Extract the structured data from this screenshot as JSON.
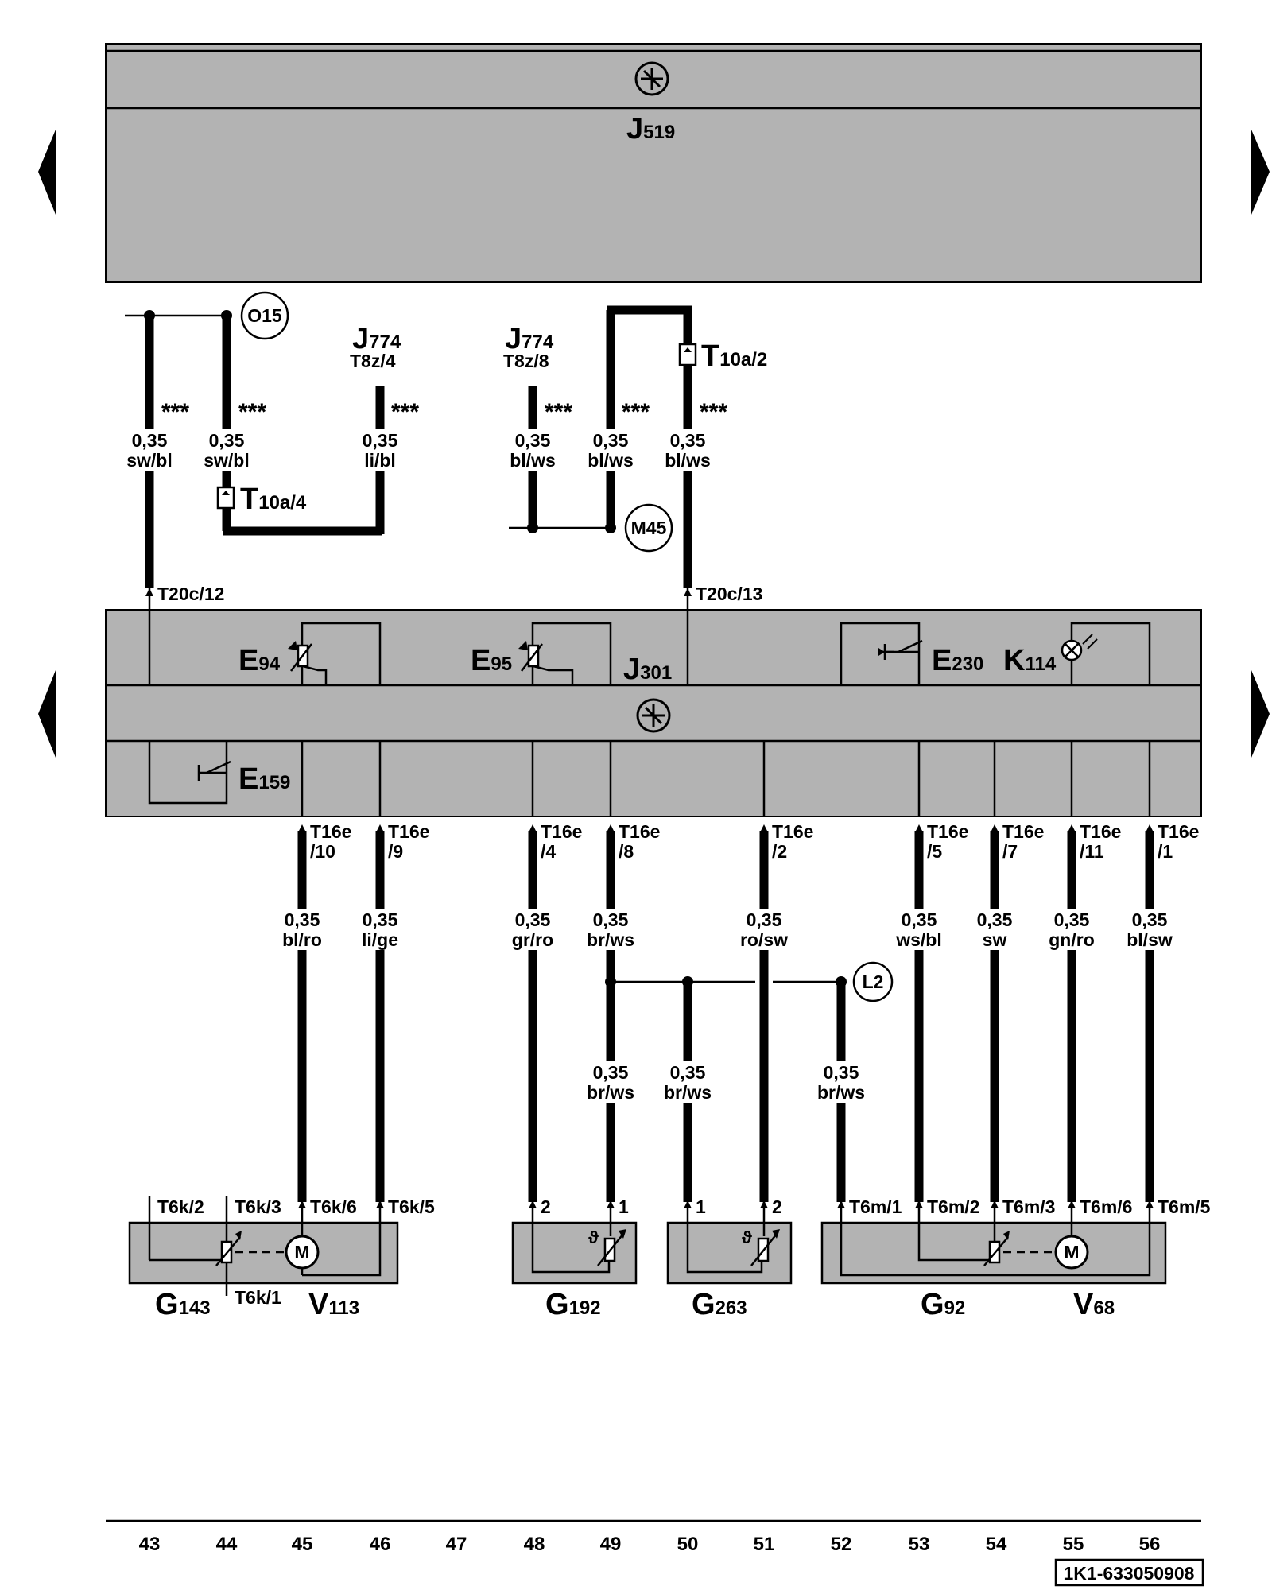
{
  "modules": {
    "j519": {
      "prefix": "J",
      "sub": "519"
    },
    "j301": {
      "prefix": "J",
      "sub": "301"
    }
  },
  "components": [
    {
      "key": "E94",
      "prefix": "E",
      "sub": "94"
    },
    {
      "key": "E95",
      "prefix": "E",
      "sub": "95"
    },
    {
      "key": "E230",
      "prefix": "E",
      "sub": "230"
    },
    {
      "key": "K114",
      "prefix": "K",
      "sub": "114"
    },
    {
      "key": "E159",
      "prefix": "E",
      "sub": "159"
    },
    {
      "key": "G143",
      "prefix": "G",
      "sub": "143"
    },
    {
      "key": "V113",
      "prefix": "V",
      "sub": "113"
    },
    {
      "key": "G192",
      "prefix": "G",
      "sub": "192"
    },
    {
      "key": "G263",
      "prefix": "G",
      "sub": "263"
    },
    {
      "key": "G92",
      "prefix": "G",
      "sub": "92"
    },
    {
      "key": "V68",
      "prefix": "V",
      "sub": "68"
    }
  ],
  "upper_refs": [
    {
      "key": "j774a",
      "prefix": "J",
      "sub": "774",
      "pin": "T8z/4"
    },
    {
      "key": "j774b",
      "prefix": "J",
      "sub": "774",
      "pin": "T8z/8"
    }
  ],
  "connectors": [
    {
      "key": "T10a4",
      "prefix": "T",
      "sub": "10a/4"
    },
    {
      "key": "T10a2",
      "prefix": "T",
      "sub": "10a/2"
    }
  ],
  "ground_points": [
    "O15",
    "M45",
    "L2"
  ],
  "stars": "***",
  "upper_wires": [
    {
      "size": "0,35",
      "color": "sw/bl"
    },
    {
      "size": "0,35",
      "color": "sw/bl"
    },
    {
      "size": "0,35",
      "color": "li/bl"
    },
    {
      "size": "0,35",
      "color": "bl/ws"
    },
    {
      "size": "0,35",
      "color": "bl/ws"
    },
    {
      "size": "0,35",
      "color": "bl/ws"
    }
  ],
  "j301_upper_pins": [
    "T20c/12",
    "T20c/13"
  ],
  "j301_lower_pins": [
    {
      "top": "T16e",
      "bottom": "/10"
    },
    {
      "top": "T16e",
      "bottom": "/9"
    },
    {
      "top": "T16e",
      "bottom": "/4"
    },
    {
      "top": "T16e",
      "bottom": "/8"
    },
    {
      "top": "T16e",
      "bottom": "/2"
    },
    {
      "top": "T16e",
      "bottom": "/5"
    },
    {
      "top": "T16e",
      "bottom": "/7"
    },
    {
      "top": "T16e",
      "bottom": "/11"
    },
    {
      "top": "T16e",
      "bottom": "/1"
    }
  ],
  "lower_wires": [
    {
      "size": "0,35",
      "color": "bl/ro"
    },
    {
      "size": "0,35",
      "color": "li/ge"
    },
    {
      "size": "0,35",
      "color": "gr/ro"
    },
    {
      "size": "0,35",
      "color": "br/ws"
    },
    {
      "size": "0,35",
      "color": "ro/sw"
    },
    {
      "size": "0,35",
      "color": "ws/bl"
    },
    {
      "size": "0,35",
      "color": "sw"
    },
    {
      "size": "0,35",
      "color": "gn/ro"
    },
    {
      "size": "0,35",
      "color": "bl/sw"
    }
  ],
  "ground_wires": [
    {
      "size": "0,35",
      "color": "br/ws"
    },
    {
      "size": "0,35",
      "color": "br/ws"
    },
    {
      "size": "0,35",
      "color": "br/ws"
    }
  ],
  "device_pins": [
    "T6k/2",
    "T6k/3",
    "T6k/6",
    "T6k/5",
    "T6k/1",
    "2",
    "1",
    "1",
    "2",
    "T6m/1",
    "T6m/2",
    "T6m/3",
    "T6m/6",
    "T6m/5"
  ],
  "motor_letter": "M",
  "theta": "ϑ",
  "column_numbers": [
    "43",
    "44",
    "45",
    "46",
    "47",
    "48",
    "49",
    "50",
    "51",
    "52",
    "53",
    "54",
    "55",
    "56"
  ],
  "figure_id": "1K1-633050908"
}
